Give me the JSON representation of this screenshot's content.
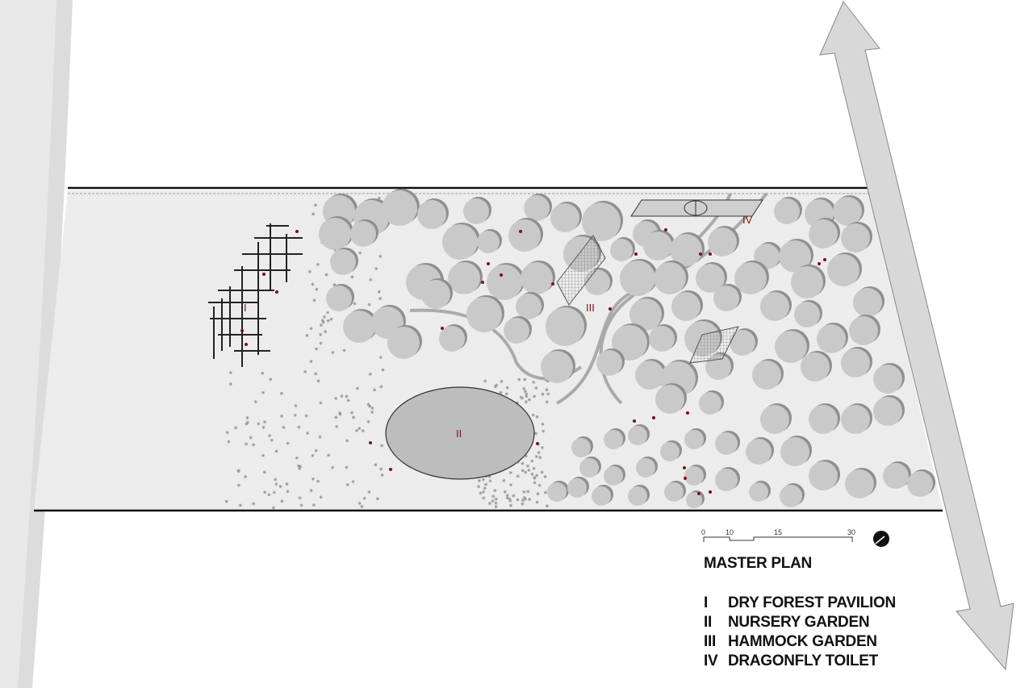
{
  "title": "MASTER PLAN",
  "scale_bar": {
    "ticks": [
      "0",
      "10",
      "15",
      "30"
    ]
  },
  "zones": [
    {
      "numeral": "I",
      "name": "DRY FOREST PAVILION"
    },
    {
      "numeral": "II",
      "name": "NURSERY GARDEN"
    },
    {
      "numeral": "III",
      "name": "HAMMOCK GARDEN"
    },
    {
      "numeral": "IV",
      "name": "DRAGONFLY TOILET"
    }
  ],
  "colors": {
    "accent": "#7a1212",
    "tree": "#c9c9c9",
    "tree_shadow": "#8f8f8f",
    "ground": "#ededed",
    "arrow": "#d6d6d6"
  }
}
